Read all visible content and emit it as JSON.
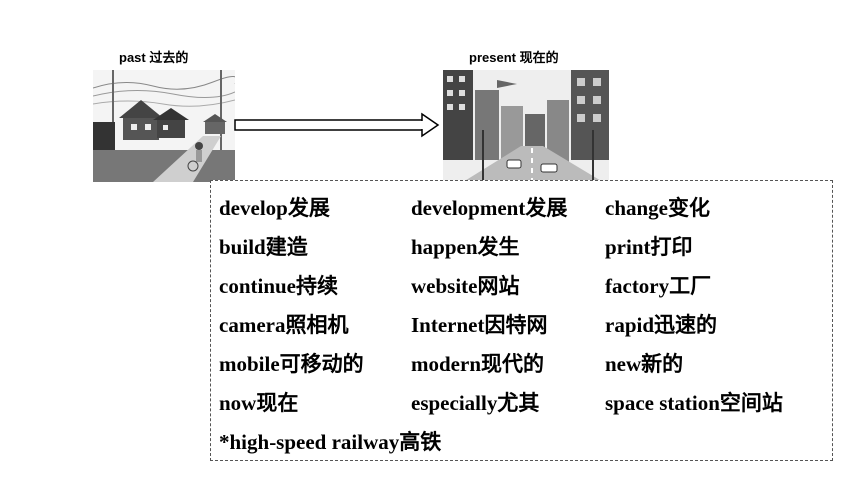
{
  "captions": {
    "past": "past 过去的",
    "present": "present 现在的"
  },
  "vocab": [
    [
      "develop发展",
      "development发展",
      "change变化"
    ],
    [
      "build建造",
      "happen发生",
      "print打印"
    ],
    [
      "continue持续",
      "website网站",
      "factory工厂"
    ],
    [
      "camera照相机",
      "Internet因特网",
      "rapid迅速的"
    ],
    [
      "mobile可移动的",
      "modern现代的",
      "new新的"
    ],
    [
      "now现在",
      "especially尤其",
      "space station空间站"
    ],
    [
      "*high-speed railway高铁"
    ]
  ]
}
